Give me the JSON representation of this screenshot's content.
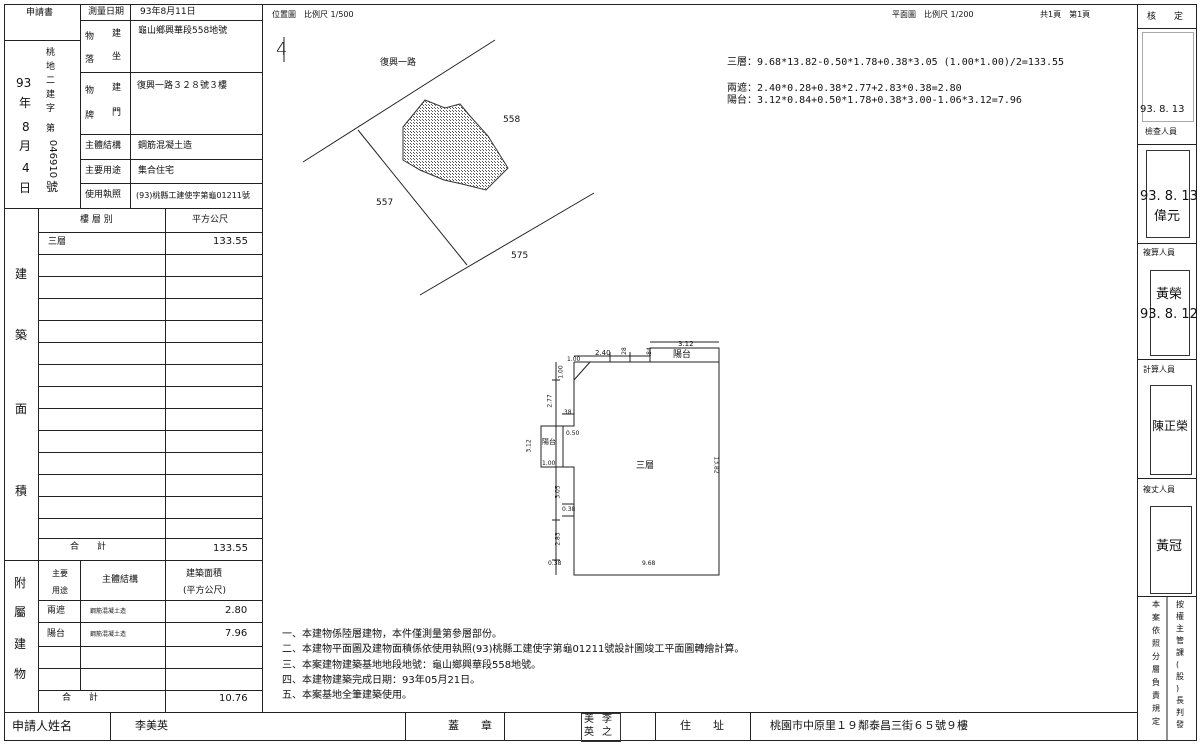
{
  "header": {
    "applicant_doc": "申請書",
    "survey_date_label": "測量日期",
    "survey_date": "93年8月11日",
    "building_location_label": [
      "建",
      "坐",
      "物",
      "落"
    ],
    "building_location": "龜山鄉興華段558地號",
    "door_plate_label": [
      "建",
      "門",
      "物",
      "牌"
    ],
    "door_plate": "復興一路３２８號３樓",
    "main_structure_label": "主體結構",
    "main_structure": "鋼筋混凝土造",
    "main_use_label": "主要用途",
    "main_use": "集合住宅",
    "license_label": "使用執照",
    "license": "(93)桃縣工建使字第龜01211號",
    "left_col_chars": [
      "桃",
      "地",
      "二",
      "建",
      "字",
      "第"
    ],
    "year": "93",
    "year_char": "年",
    "month": "8",
    "month_char": "月",
    "day": "4",
    "day_char": "日",
    "number": "046910",
    "number_char": "號"
  },
  "floor_table": {
    "side_label": [
      "建",
      "築",
      "面",
      "積"
    ],
    "col_floor": "樓 層 別",
    "col_area": "平方公尺",
    "rows": [
      {
        "floor": "三層",
        "area": "133.55"
      }
    ],
    "total_label": "合　　計",
    "total_value": "133.55"
  },
  "annex_table": {
    "side_label": [
      "附",
      "屬",
      "建",
      "物"
    ],
    "col_use_1": "主要",
    "col_use_2": "用途",
    "col_struct": "主體結構",
    "col_area_1": "建築面積",
    "col_area_2": "(平方公尺)",
    "rows": [
      {
        "use": "兩遮",
        "struct": "鋼筋混凝土造",
        "area": "2.80"
      },
      {
        "use": "陽台",
        "struct": "鋼筋混凝土造",
        "area": "7.96"
      }
    ],
    "total_label": "合　　計",
    "total_value": "10.76"
  },
  "footer": {
    "applicant_name_label": "申請人姓名",
    "applicant_name": "李美英",
    "seal_label": "蓋　　章",
    "seal_chars": [
      "美",
      "李",
      "英",
      "之"
    ],
    "address_label": "住　　址",
    "address": "桃園市中原里１９鄰泰昌三街６５號９樓"
  },
  "site_plan": {
    "title": "位置圖　比例尺 1/500",
    "north": "4",
    "road": "復興一路",
    "lot_558": "558",
    "lot_557": "557",
    "lot_575": "575"
  },
  "floor_plan": {
    "title": "平面圖　比例尺 1/200",
    "page_info": "共1頁　第1頁",
    "formulas": [
      "三層：9.68*13.82-0.50*1.78+0.38*3.05 (1.00*1.00)/2=133.55",
      "兩遮：2.40*0.28+0.38*2.77+2.83*0.38=2.80",
      "陽台：3.12*0.84+0.50*1.78+0.38*3.00-1.06*3.12=7.96"
    ],
    "floor_label": "三層",
    "balcony_label": "陽台",
    "balcony_small": "陽台",
    "dims": {
      "top_312": "3.12",
      "top_240": "2.40",
      "top_28": ".28",
      "top_84": ".84",
      "top_100": "1.00",
      "left_100a": "1.00",
      "left_277": "2.77",
      "left_38a": ".38",
      "left_50": "0.50",
      "left_312": "3.12",
      "left_100b": "1.00",
      "left_305": "3.05",
      "left_38b": "0.38",
      "left_283": "2.83",
      "bottom_38": "0.38",
      "bottom_968": "9.68",
      "right_1382": "13.82"
    }
  },
  "notes": [
    "一、本建物係陸層建物，本件僅測量第參層部份。",
    "二、本建物平面圖及建物面積係依使用執照(93)桃縣工建使字第龜01211號設計圖竣工平面圖轉繪計算。",
    "三、本案建物建築基地地段地號：龜山鄉興華段558地號。",
    "四、本建物建築完成日期：93年05月21日。",
    "五、本案基地全筆建築使用。"
  ],
  "right_column": {
    "verify": "核　　定",
    "stamp1_date": "93. 8. 13",
    "inspector": "檢查人員",
    "stamp2_date": "93. 8. 13",
    "stamp2_name": "偉元",
    "reviewer": "複算人員",
    "stamp3_date": "93. 8. 12",
    "stamp3_name": "黃榮",
    "calculator": "計算人員",
    "stamp4_name": "陳正榮",
    "recheck": "複丈人員",
    "stamp5_name": "黃冠",
    "vertical_note_col1": [
      "本",
      "案",
      "依",
      "照",
      "分",
      "層",
      "負",
      "責",
      "規",
      "定"
    ],
    "vertical_note_col2": [
      "按",
      "權",
      "主",
      "管",
      "課",
      "(",
      "股",
      ")",
      "長",
      "判",
      "發"
    ]
  }
}
